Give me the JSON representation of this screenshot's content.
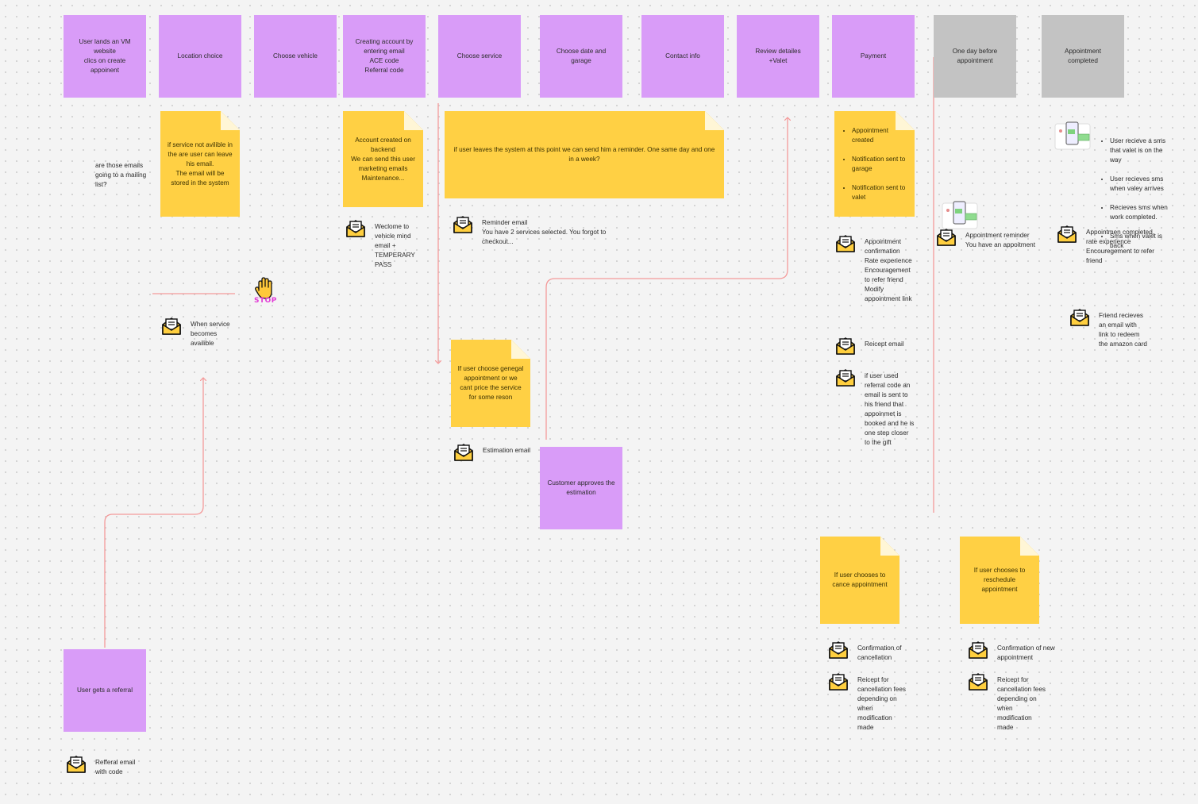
{
  "colors": {
    "purple": "#d99cf8",
    "gray": "#c3c3c3",
    "sticky": "#ffd044",
    "connector": "#f49a9a"
  },
  "steps": [
    {
      "id": "landing",
      "label": "User lands an VM\nwebsite\nclics on create\nappoinent"
    },
    {
      "id": "location",
      "label": "Location choice"
    },
    {
      "id": "vehicle",
      "label": "Choose vehicle"
    },
    {
      "id": "account",
      "label": "Creating account by\nentering email\nACE code\nReferral code"
    },
    {
      "id": "service",
      "label": "Choose service"
    },
    {
      "id": "date",
      "label": "Choose date and\ngarage"
    },
    {
      "id": "contact",
      "label": "Contact info"
    },
    {
      "id": "review",
      "label": "Review detailes\n+Valet"
    },
    {
      "id": "payment",
      "label": "Payment"
    },
    {
      "id": "daybefore",
      "label": "One day before\nappointment"
    },
    {
      "id": "completed",
      "label": "Appointment\ncompleted"
    },
    {
      "id": "approves",
      "label": "Customer approves the\nestimation"
    },
    {
      "id": "referral",
      "label": "User gets a referral"
    }
  ],
  "notes": {
    "location": "if service not avilible in\nthe are user can leave\nhis email.\nThe email will be\nstored in the system",
    "account": "Account created on\nbackend\nWe can send this user\nmarketing emails\nMaintenance...",
    "leaves": "if user leaves the system at this point we can send him a reminder. One same day and one\nin a week?",
    "payment_items": [
      "Appointment created",
      "Notification sent to garage",
      "Notification sent to valet"
    ],
    "general": "If user choose genegal\nappointment or we\ncant price the service\nfor some reson",
    "cancel": "If user chooses to\ncance appointment",
    "reschedule": "If user chooses to\nreschedule\nappointment"
  },
  "texts": {
    "mailing_question": "are those emails\ngoing to a mailing\nlist?",
    "welcome": "Weclome to\nvehicle mind\nemail +\nTEMPERARY\nPASS",
    "reminder": "Reminder email\nYou have 2 services selected. You forgot to\ncheckout...",
    "service_available": "When service\nbecomes\navailible",
    "estimation": "Estimation email",
    "confirmation": "Appointment\nconfirmation\nRate experience\nEncouragement\nto refer friend\nModify\nappointment link",
    "receipt": "Reicept email",
    "referral_used": "if user used\nreferral code an\nemail is sent to\nhis friend that\nappoinmet is\nbooked and he is\none step closer\nto the gift",
    "appt_reminder": "Appointment reminder\nYou have an appoitment",
    "sms_items": [
      "User recieve a sms that valet is on the way",
      "User recieves sms when valey arrives",
      "Recieves sms when work completed.",
      "Sms when valet is back"
    ],
    "completed_email": "Appointmen completed,\nrate experience\nEncouregement to refer\nfriend",
    "friend": "Friend recieves\nan email with\nlink to redeem\nthe amazon card",
    "cancel_confirm": "Confirmation of\ncancellation",
    "cancel_receipt": "Reicept for\ncancellation fees\ndepending on\nwhen\nmodification\nmade",
    "resched_confirm": "Confirmation of new\nappointment",
    "resched_receipt": "Reicept for\ncancellation fees\ndepending on\nwhen\nmodification\nmade",
    "referral_email": "Refferal email\nwith code"
  },
  "stop_label": "STOP"
}
